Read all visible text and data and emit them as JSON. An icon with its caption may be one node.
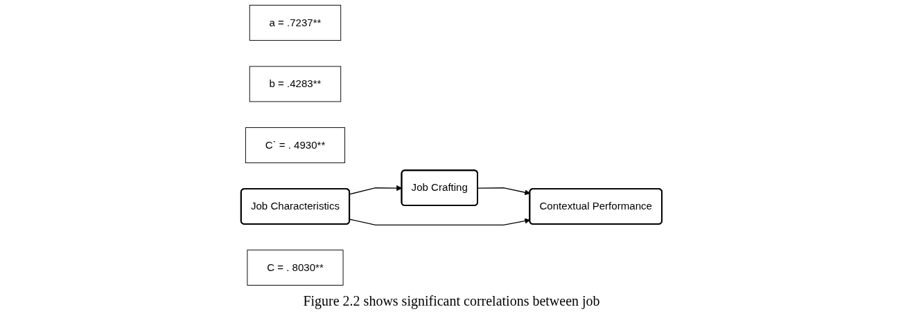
{
  "diagram": {
    "caption": "Figure 2.2 shows significant correlations between job",
    "nodes": [
      {
        "text": [
          "Job Crafting"
        ]
      },
      {
        "text": [
          "a = .7237**"
        ]
      },
      {
        "text": [
          "b = .4283**"
        ]
      },
      {
        "text": [
          "C` = . 4930**"
        ]
      },
      {
        "text": [
          "Job Characteristics"
        ]
      },
      {
        "text": [
          "Contextual Performance"
        ]
      },
      {
        "text": [
          "C = . 8030**"
        ]
      }
    ],
    "edges": [
      {
        "from": 4,
        "to": 0,
        "arrow": "to"
      },
      {
        "from": 0,
        "to": 5,
        "arrow": "to"
      },
      {
        "from": 4,
        "to": 5,
        "arrow": "to"
      }
    ]
  }
}
